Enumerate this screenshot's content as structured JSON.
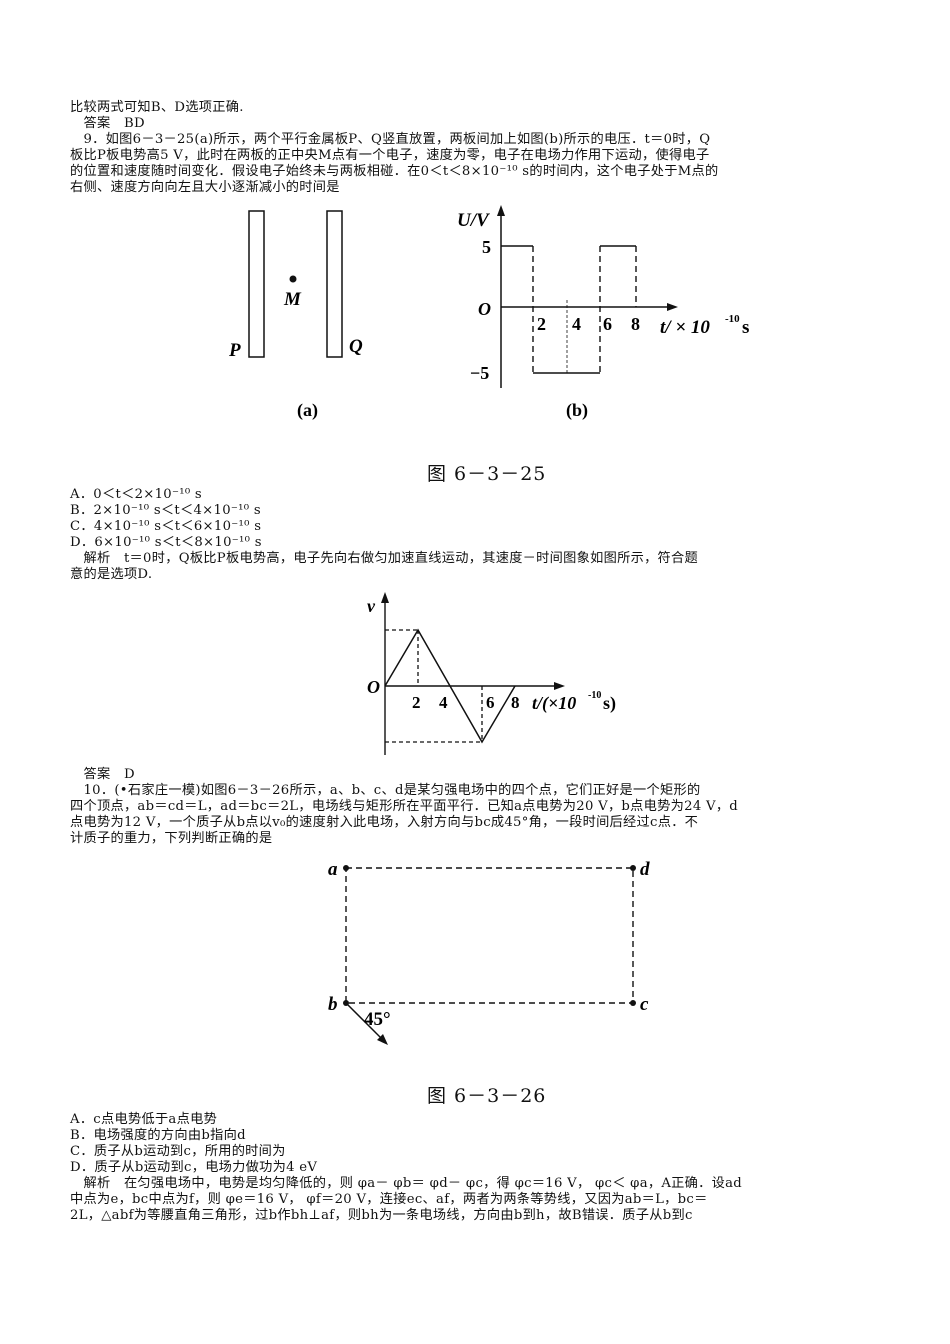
{
  "text_top": [
    "比较两式可知B、D选项正确.",
    "　答案　BD",
    "　9．如图6－3－25(a)所示，两个平行金属板P、Q竖直放置，两板间加上如图(b)所示的电压．t＝0时，Q",
    "板比P板电势高5 V，此时在两板的正中央M点有一个电子，速度为零，电子在电场力作用下运动，使得电子",
    "的位置和速度随时间变化．假设电子始终未与两板相碰．在0＜t＜8×10⁻¹⁰ s的时间内，这个电子处于M点的",
    "右侧、速度方向向左且大小逐渐减小的时间是"
  ],
  "fig625": {
    "plate_p": "P",
    "plate_q": "Q",
    "point_m": "M",
    "label_a": "(a)",
    "label_b": "(b)",
    "y_axis": "U/V",
    "x_axis": "t/ × 10",
    "x_axis_exp": "-10",
    "x_axis_unit": "s",
    "origin": "O",
    "y_high": "5",
    "y_low": "−5",
    "x_ticks": [
      "2",
      "4",
      "6",
      "8"
    ],
    "caption": "图 6－3－25"
  },
  "options_q9": [
    "A．0＜t＜2×10⁻¹⁰ s",
    "B．2×10⁻¹⁰ s＜t＜4×10⁻¹⁰ s",
    "C．4×10⁻¹⁰ s＜t＜6×10⁻¹⁰ s",
    "D．6×10⁻¹⁰ s＜t＜8×10⁻¹⁰ s"
  ],
  "analysis_q9": [
    "　解析　t＝0时，Q板比P板电势高，电子先向右做匀加速直线运动，其速度－时间图象如图所示，符合题",
    "意的是选项D."
  ],
  "fig_vt": {
    "y_axis": "v",
    "origin": "O",
    "x_axis": "t/(×10",
    "x_axis_exp": "-10",
    "x_axis_unit": "s)",
    "x_ticks": [
      "2",
      "4",
      "6",
      "8"
    ]
  },
  "answer_q9": "　答案　D",
  "text_q10": [
    "　10．(•石家庄一模)如图6－3－26所示，a、b、c、d是某匀强电场中的四个点，它们正好是一个矩形的",
    "四个顶点，ab＝cd＝L，ad＝bc＝2L，电场线与矩形所在平面平行．已知a点电势为20 V，b点电势为24 V，d",
    "点电势为12 V，一个质子从b点以v₀的速度射入此电场，入射方向与bc成45°角，一段时间后经过c点．不",
    "计质子的重力，下列判断正确的是"
  ],
  "fig626": {
    "a": "a",
    "b": "b",
    "c": "c",
    "d": "d",
    "angle": "45°",
    "caption": "图 6－3－26"
  },
  "options_q10": [
    "A．c点电势低于a点电势",
    "B．电场强度的方向由b指向d",
    "C．质子从b运动到c，所用的时间为",
    "D．质子从b运动到c，电场力做功为4 eV"
  ],
  "analysis_q10": [
    "　解析　在匀强电场中，电势是均匀降低的，则 φa－ φb＝ φd－ φc，得 φc＝16 V， φc＜ φa，A正确．设ad",
    "中点为e，bc中点为f，则 φe＝16 V， φf＝20 V，连接ec、af，两者为两条等势线，又因为ab＝L，bc＝",
    "2L，△abf为等腰直角三角形，过b作bh⊥af，则bh为一条电场线，方向由b到h，故B错误．质子从b到c"
  ]
}
